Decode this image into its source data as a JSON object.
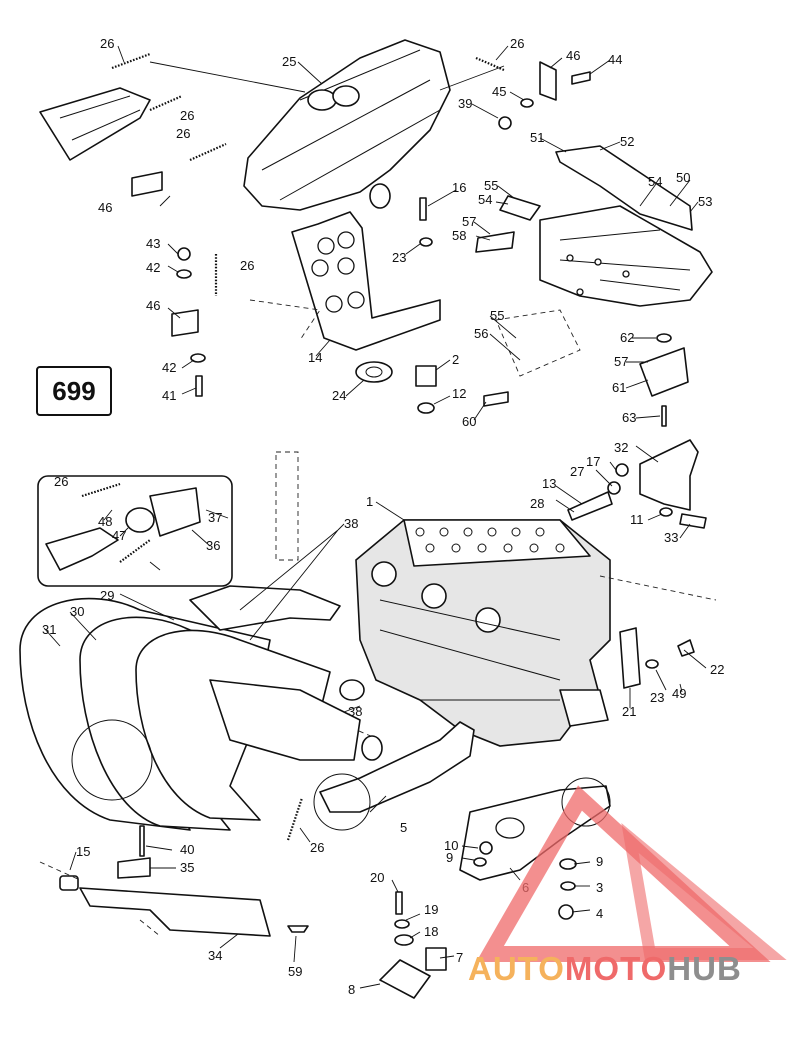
{
  "page_number": "699",
  "callouts": [
    "1",
    "2",
    "3",
    "4",
    "5",
    "6",
    "7",
    "8",
    "9",
    "9",
    "10",
    "11",
    "12",
    "13",
    "14",
    "15",
    "16",
    "17",
    "18",
    "19",
    "20",
    "21",
    "22",
    "23",
    "23",
    "24",
    "25",
    "26",
    "26",
    "26",
    "26",
    "26",
    "26",
    "26",
    "27",
    "28",
    "29",
    "30",
    "31",
    "32",
    "33",
    "34",
    "35",
    "36",
    "37",
    "38",
    "38",
    "39",
    "40",
    "41",
    "42",
    "42",
    "43",
    "44",
    "45",
    "46",
    "46",
    "46",
    "47",
    "48",
    "49",
    "50",
    "51",
    "52",
    "53",
    "54",
    "54",
    "55",
    "55",
    "56",
    "57",
    "57",
    "58",
    "59",
    "60",
    "61",
    "62",
    "63"
  ],
  "watermark": {
    "part1": "AUTO",
    "part2": "MOTO",
    "part3": "HUB",
    "colors": [
      "#f5b25c",
      "#ef6a6a",
      "#8e8e8e"
    ]
  }
}
